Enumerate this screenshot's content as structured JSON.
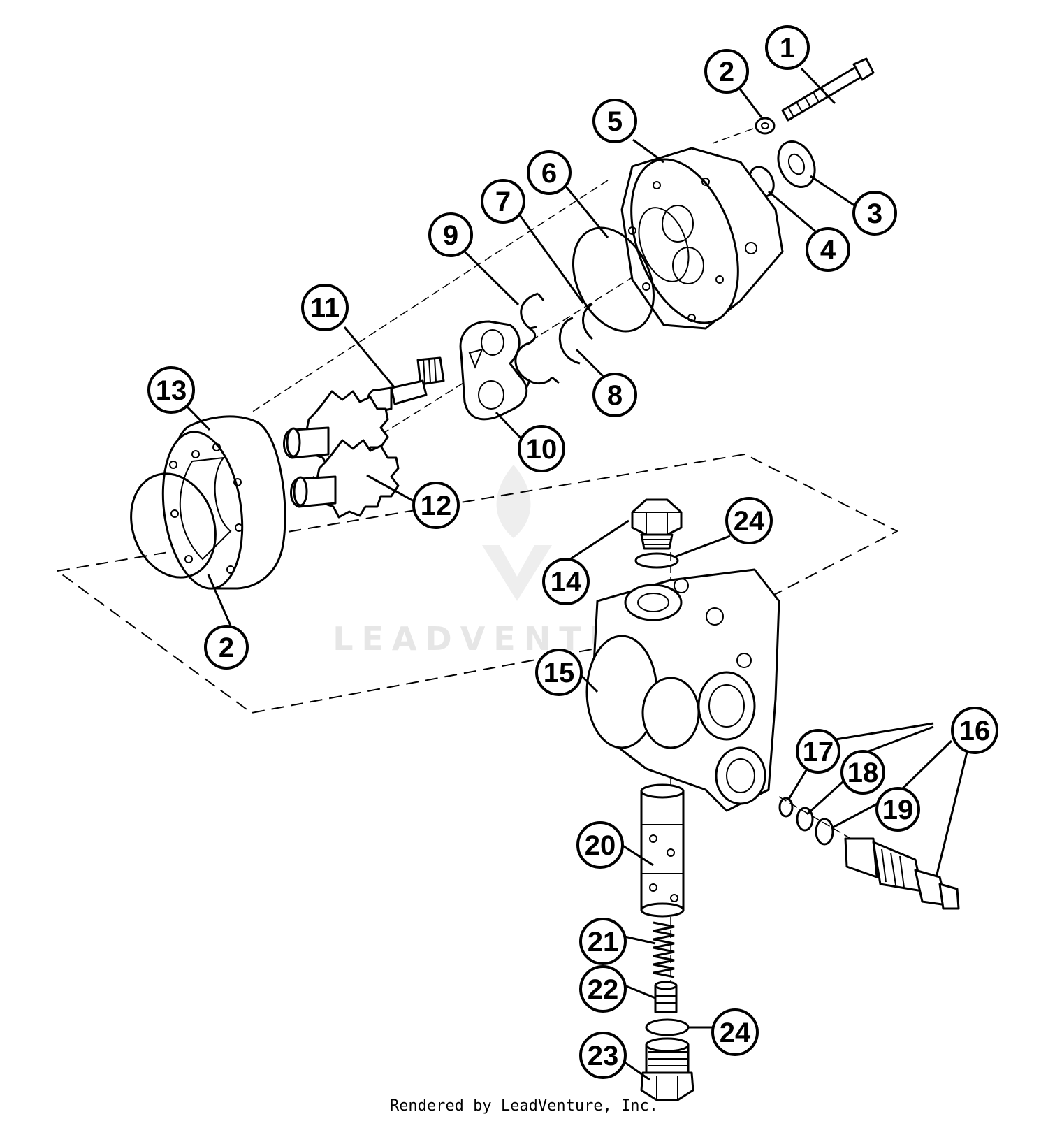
{
  "watermark": "LEADVENTURE",
  "footer": "Rendered by LeadVenture, Inc.",
  "callouts": [
    {
      "id": "c1",
      "label": "1"
    },
    {
      "id": "c2a",
      "label": "2"
    },
    {
      "id": "c3",
      "label": "3"
    },
    {
      "id": "c4",
      "label": "4"
    },
    {
      "id": "c5",
      "label": "5"
    },
    {
      "id": "c6",
      "label": "6"
    },
    {
      "id": "c7",
      "label": "7"
    },
    {
      "id": "c8",
      "label": "8"
    },
    {
      "id": "c9",
      "label": "9"
    },
    {
      "id": "c10",
      "label": "10"
    },
    {
      "id": "c11",
      "label": "11"
    },
    {
      "id": "c12",
      "label": "12"
    },
    {
      "id": "c13",
      "label": "13"
    },
    {
      "id": "c2b",
      "label": "2"
    },
    {
      "id": "c14",
      "label": "14"
    },
    {
      "id": "c24a",
      "label": "24"
    },
    {
      "id": "c15",
      "label": "15"
    },
    {
      "id": "c16",
      "label": "16"
    },
    {
      "id": "c17",
      "label": "17"
    },
    {
      "id": "c18",
      "label": "18"
    },
    {
      "id": "c19",
      "label": "19"
    },
    {
      "id": "c20",
      "label": "20"
    },
    {
      "id": "c21",
      "label": "21"
    },
    {
      "id": "c22",
      "label": "22"
    },
    {
      "id": "c24b",
      "label": "24"
    },
    {
      "id": "c23",
      "label": "23"
    }
  ]
}
